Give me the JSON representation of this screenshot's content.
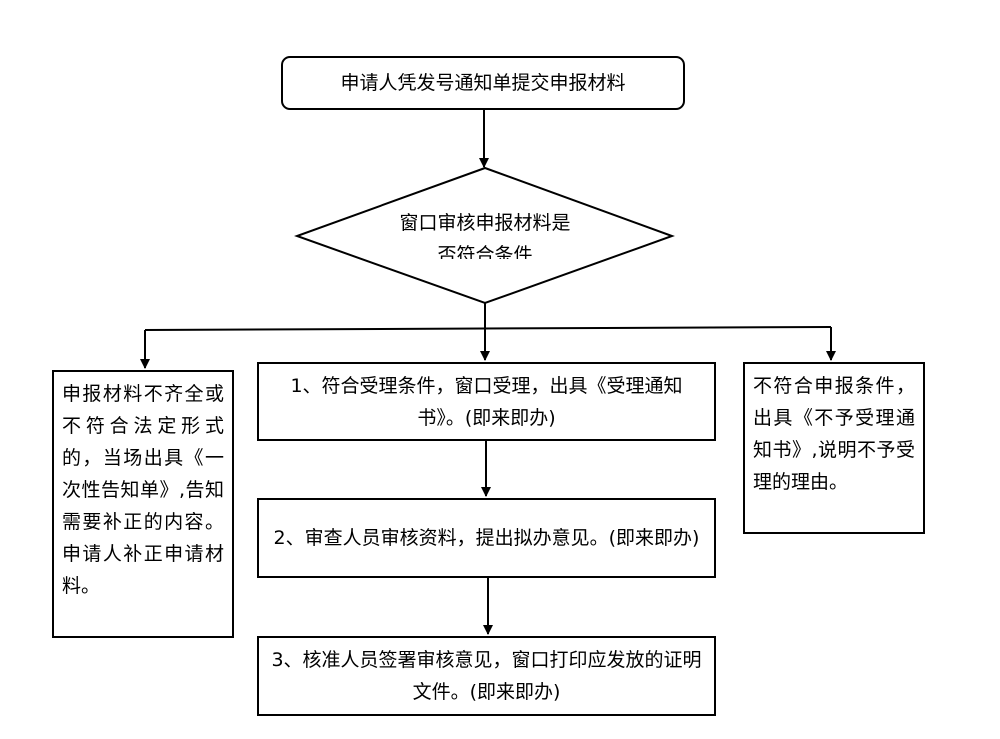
{
  "flow": {
    "start": "申请人凭发号通知单提交申报材料",
    "decision": "窗口审核申报材料是否符合条件",
    "left_outcome": "申报材料不齐全或不符合法定形式的，当场出具《一次性告知单》,告知需要补正的内容。申请人补正申请材料。",
    "right_outcome": "不符合申报条件，出具《不予受理通知书》,说明不予受理的理由。",
    "step1": "1、符合受理条件，窗口受理，出具《受理通知书》。(即来即办)",
    "step2": "2、审查人员审核资料，提出拟办意见。(即来即办)",
    "step3": "3、核准人员签署审核意见，窗口打印应发放的证明文件。(即来即办)"
  }
}
